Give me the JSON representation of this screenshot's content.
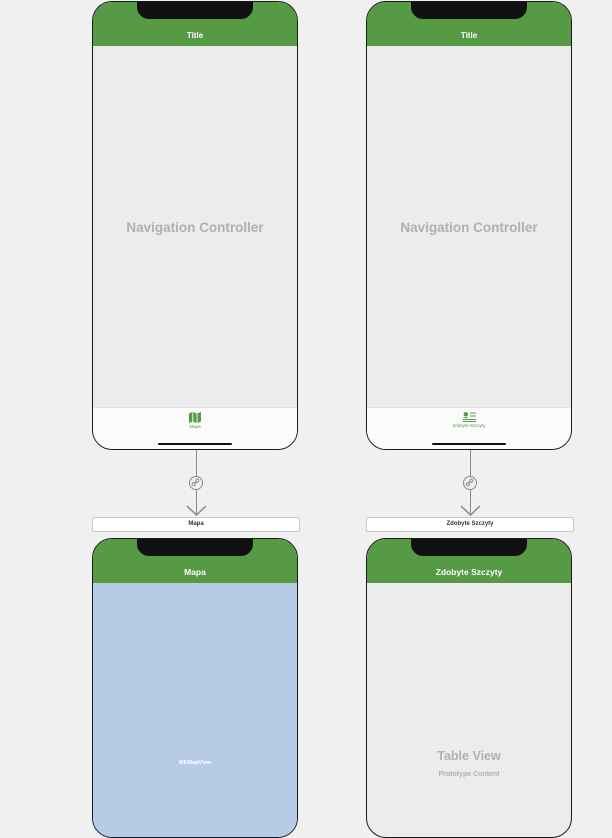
{
  "scenes": {
    "nav_left": {
      "nav_title": "Title",
      "center_label": "Navigation Controller",
      "tab_label": "Mapa",
      "tab_icon": "map-icon"
    },
    "nav_right": {
      "nav_title": "Title",
      "center_label": "Navigation Controller",
      "tab_label": "Zdobyte Szczyty",
      "tab_icon": "list-icon"
    },
    "map_scene": {
      "scene_label": "Mapa",
      "nav_title": "Mapa",
      "content_label": "MKMapView"
    },
    "table_scene": {
      "scene_label": "Zdobyte Szczyty",
      "nav_title": "Zdobyte Szczyty",
      "content_title": "Table View",
      "content_subtitle": "Prototype Content"
    }
  },
  "colors": {
    "accent": "#579a45",
    "map_background": "#b6cce6",
    "canvas_background": "#f0f0f0",
    "scene_background": "#ececec"
  }
}
